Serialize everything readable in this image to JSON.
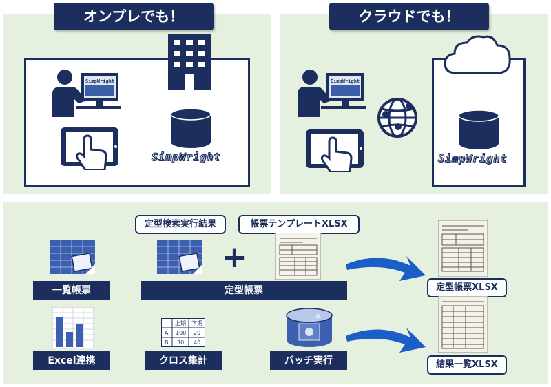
{
  "onprem": {
    "heading": "オンプレでも！",
    "logo": "SimpWright",
    "monitor_text": "SimpWright"
  },
  "cloud": {
    "heading": "クラウドでも！",
    "logo": "SimpWright",
    "monitor_text": "SimpWright"
  },
  "features": {
    "list_report": "一覧帳票",
    "fixed_report": "定型帳票",
    "search_result": "定型検索実行結果",
    "template": "帳票テンプレートXLSX",
    "excel": "Excel連携",
    "cross": "クロス集計",
    "batch": "バッチ実行",
    "output_fixed": "定型帳票XLSX",
    "output_list": "結果一覧XLSX"
  },
  "cross_table": {
    "headers": [
      "上期",
      "下期"
    ],
    "rows": [
      {
        "name": "A",
        "values": [
          "100",
          "20"
        ]
      },
      {
        "name": "B",
        "values": [
          "30",
          "40"
        ]
      }
    ]
  },
  "colors": {
    "navy": "#1b2e5e",
    "panel": "#e6f0de",
    "arrow": "#1a5fc8"
  },
  "icons": [
    "person-computer-icon",
    "building-icon",
    "tablet-touch-icon",
    "database-icon",
    "globe-network-icon",
    "cloud-icon",
    "spreadsheet-icon",
    "document-icon",
    "bar-chart-sheet-icon",
    "batch-database-icon",
    "arrow-icon"
  ]
}
